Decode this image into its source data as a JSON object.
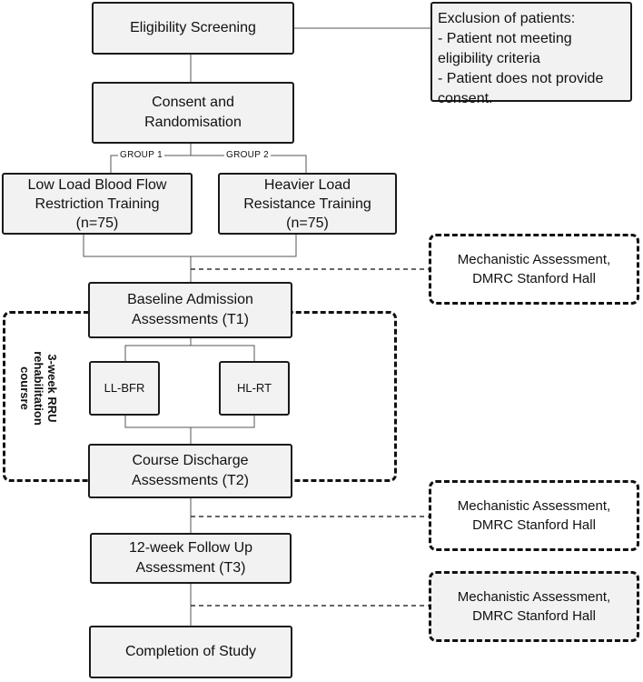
{
  "eligibility": "Eligibility Screening",
  "exclusion": {
    "title": "Exclusion of patients:",
    "items": [
      "- Patient not meeting eligibility criteria",
      "- Patient does not provide consent."
    ]
  },
  "consent": "Consent and\nRandomisation",
  "group1_label": "GROUP  1",
  "group2_label": "GROUP 2",
  "llbfr": "Low Load Blood Flow\nRestriction Training\n(n=75)",
  "hlrt": "Heavier Load\nResistance Training\n(n=75)",
  "mechanistic_1": "Mechanistic Assessment,\nDMRC Stanford Hall",
  "baseline": "Baseline Admission\nAssessments (T1)",
  "rehab_label": "3-week RRU\nrehabilitation\ncoursre",
  "llbfr_short": "LL-BFR",
  "hlrt_short": "HL-RT",
  "discharge": "Course Discharge\nAssessments (T2)",
  "mechanistic_2": "Mechanistic Assessment,\nDMRC Stanford Hall",
  "followup": "12-week Follow Up\nAssessment (T3)",
  "mechanistic_3": "Mechanistic Assessment,\nDMRC Stanford Hall",
  "completion": "Completion of Study"
}
